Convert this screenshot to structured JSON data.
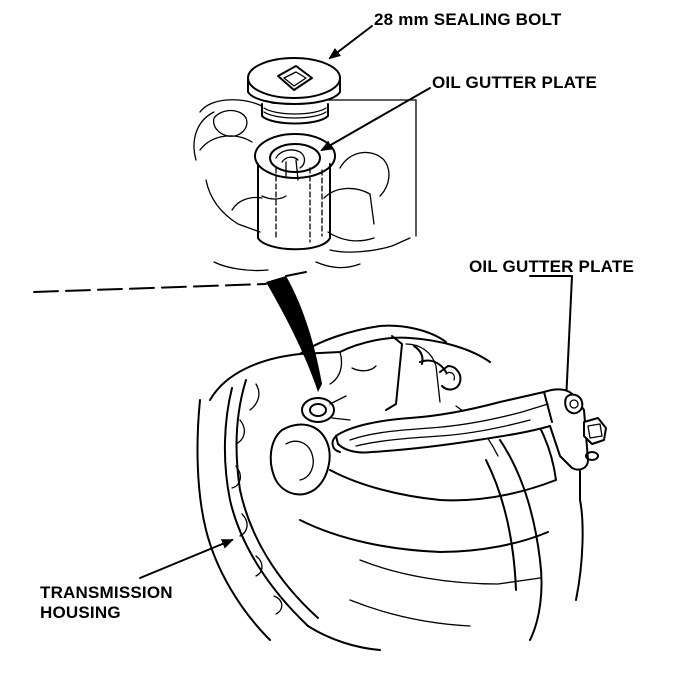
{
  "labels": {
    "sealing_bolt": "28 mm SEALING BOLT",
    "oil_gutter_plate_top": "OIL GUTTER PLATE",
    "oil_gutter_plate_right": "OIL GUTTER PLATE",
    "housing_line1": "TRANSMISSION",
    "housing_line2": "HOUSING"
  },
  "colors": {
    "ink": "#000000",
    "paper": "#ffffff"
  }
}
